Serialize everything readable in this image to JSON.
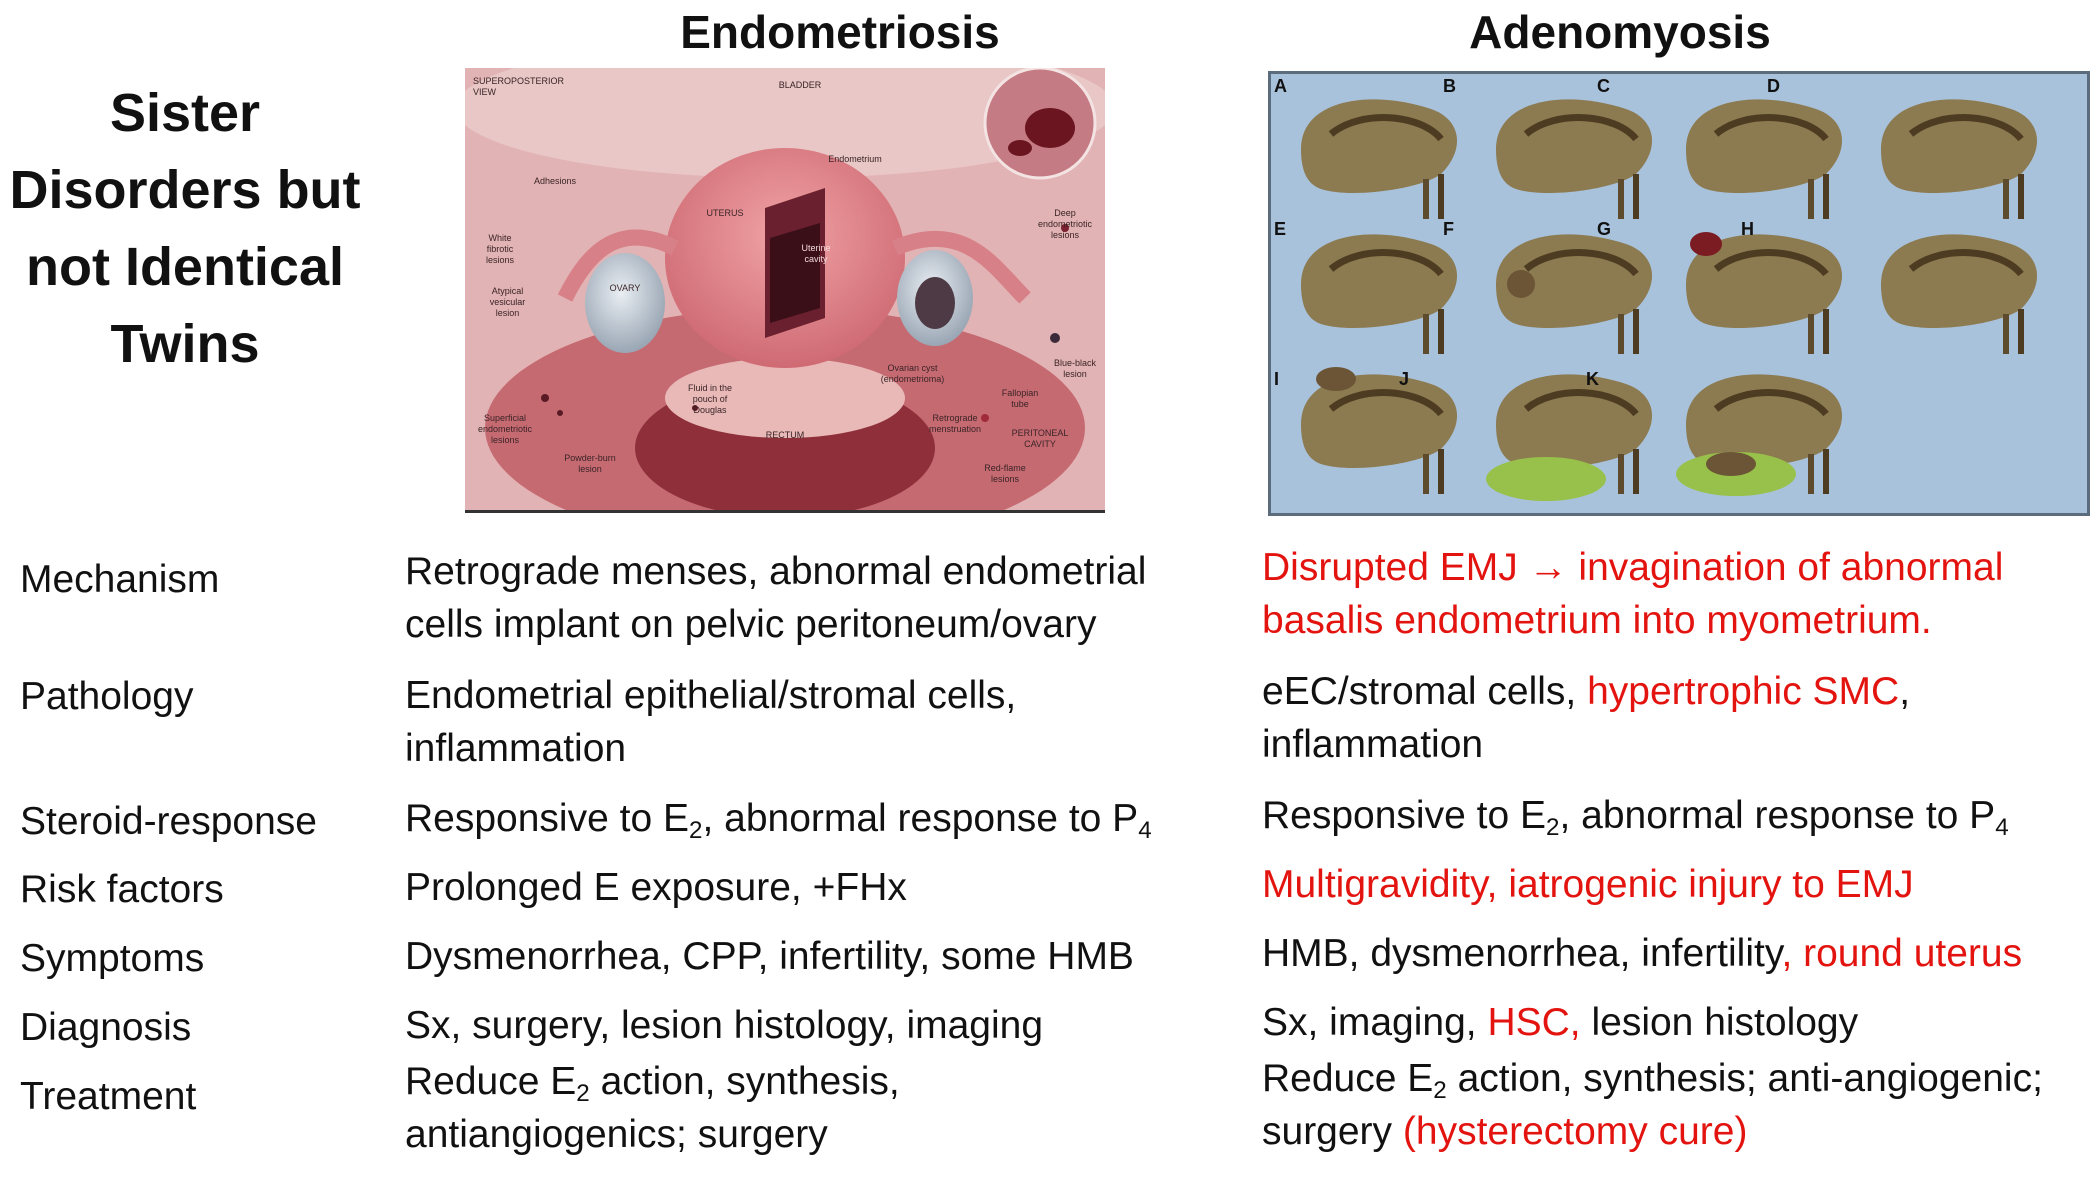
{
  "side_title": "Sister Disorders but not Identical Twins",
  "columns": {
    "endometriosis": "Endometriosis",
    "adenomyosis": "Adenomyosis"
  },
  "illustration": {
    "labels": {
      "superoposterior": "SUPEROPOSTERIOR VIEW",
      "bladder": "BLADDER",
      "endometrium": "Endometrium",
      "adhesions": "Adhesions",
      "uterus": "UTERUS",
      "uterine_cavity": "Uterine cavity",
      "white_fibrotic": "White fibrotic lesions",
      "ovary": "OVARY",
      "atypical_vesicular": "Atypical vesicular lesion",
      "deep_endometriotic": "Deep endometriotic lesions",
      "ovarian_cyst": "Ovarian cyst (endometrioma)",
      "blue_black": "Blue-black lesion",
      "fallopian": "Fallopian tube",
      "fluid": "Fluid in the pouch of Douglas",
      "retrograde": "Retrograde menstruation",
      "superficial": "Superficial endometriotic lesions",
      "powder_burn": "Powder-burn lesion",
      "rectum": "RECTUM",
      "peritoneal": "PERITONEAL CAVITY",
      "red_flame": "Red-flame lesions"
    }
  },
  "panel": {
    "letters": [
      "A",
      "B",
      "C",
      "D",
      "E",
      "F",
      "G",
      "H",
      "I",
      "J",
      "K"
    ]
  },
  "rows": [
    {
      "label": "Mechanism",
      "endo": [
        "Retrograde menses, abnormal endometrial",
        "cells implant on pelvic peritoneum/ovary"
      ],
      "adeno": [
        "Disrupted EMJ → invagination of abnormal",
        "basalis endometrium into myometrium."
      ]
    },
    {
      "label": "Pathology",
      "endo": [
        "Endometrial epithelial/stromal cells,",
        "inflammation"
      ],
      "adeno_a": "eEC/stromal cells, ",
      "adeno_b": "hypertrophic SMC",
      "adeno_c": ",",
      "adeno_d": "inflammation"
    },
    {
      "label": "Steroid-response",
      "endo_a": "Responsive to E",
      "endo_b": "2",
      "endo_c": ", abnormal response to P",
      "endo_d": "4",
      "adeno_a": "Responsive to E",
      "adeno_b": "2",
      "adeno_c": ", abnormal response to P",
      "adeno_d": "4"
    },
    {
      "label": "Risk factors",
      "endo": "Prolonged E exposure, +FHx",
      "adeno": "Multigravidity, iatrogenic injury to EMJ"
    },
    {
      "label": "Symptoms",
      "endo": "Dysmenorrhea, CPP, infertility, some HMB",
      "adeno_a": "HMB, dysmenorrhea, infertility",
      "adeno_b": ", round uterus"
    },
    {
      "label": "Diagnosis",
      "endo": "Sx, surgery, lesion histology, imaging",
      "adeno_a": "Sx, imaging, ",
      "adeno_b": "HSC,",
      "adeno_c": " lesion histology"
    },
    {
      "label": "Treatment",
      "endo_a": "Reduce E",
      "endo_b": "2",
      "endo_c": " action, synthesis,",
      "endo_d": "antiangiogenics; surgery",
      "adeno_a": "Reduce E",
      "adeno_b": "2",
      "adeno_c": " action, synthesis; anti-angiogenic;",
      "adeno_d": "surgery ",
      "adeno_e": "(hysterectomy cure)"
    }
  ]
}
